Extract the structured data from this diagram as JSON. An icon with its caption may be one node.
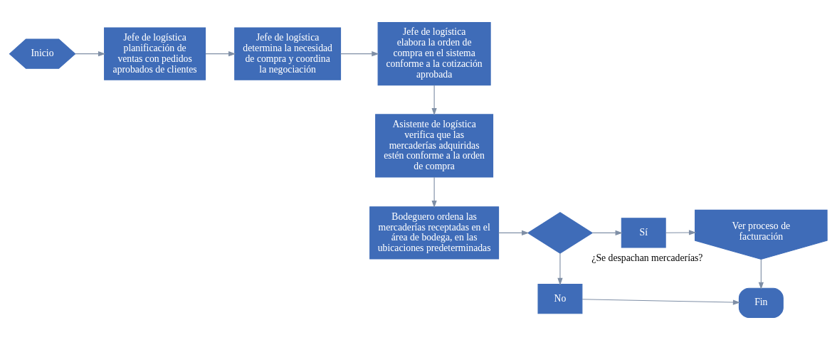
{
  "diagram": {
    "nodes": [
      {
        "text": [
          "Inicio"
        ]
      },
      {
        "text": [
          "Jefe de logística planificación de ventas con pedidos aprobados de clientes"
        ]
      },
      {
        "text": [
          "Jefe de logística determina la necesidad de compra y coordina la negociación"
        ]
      },
      {
        "text": [
          "Jefe de logística elabora la orden de compra en el sistema conforme a la cotización aprobada"
        ]
      },
      {
        "text": [
          "Asistente de logística verifica que las mercaderías adquiridas estén conforme a la orden de compra"
        ]
      },
      {
        "text": [
          "Bodeguero ordena las mercaderías receptadas en el área de bodega, en las ubicaciones predeterminadas"
        ]
      },
      {
        "text": [
          "¿Se despachan mercaderías?"
        ]
      },
      {
        "text": [
          "Sí"
        ]
      },
      {
        "text": [
          "Ver proceso de facturación"
        ]
      },
      {
        "text": [
          "No"
        ]
      },
      {
        "text": [
          "Fin"
        ]
      }
    ],
    "edges": [
      {
        "from": 0,
        "to": 1,
        "arrow": "to"
      },
      {
        "from": 1,
        "to": 2,
        "arrow": "to"
      },
      {
        "from": 2,
        "to": 3,
        "arrow": "to"
      },
      {
        "from": 3,
        "to": 4,
        "arrow": "to"
      },
      {
        "from": 4,
        "to": 5,
        "arrow": "to"
      },
      {
        "from": 5,
        "to": 6,
        "arrow": "to"
      },
      {
        "from": 6,
        "to": 7,
        "arrow": "to"
      },
      {
        "from": 7,
        "to": 8,
        "arrow": "to"
      },
      {
        "from": 6,
        "to": 9,
        "arrow": "to"
      },
      {
        "from": 8,
        "to": 10,
        "arrow": "to"
      },
      {
        "from": 9,
        "to": 10,
        "arrow": "to"
      }
    ]
  }
}
